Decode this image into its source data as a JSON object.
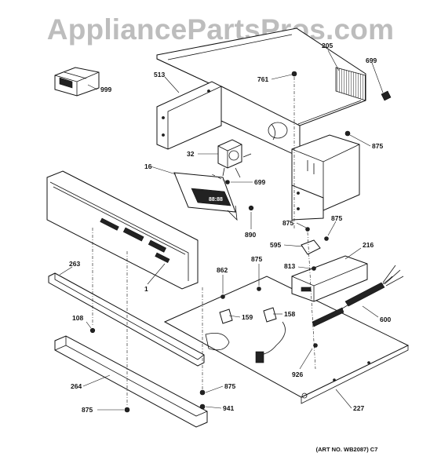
{
  "watermark": "AppliancePartsPros.com",
  "art_number": "(ART NO. WB2087) C7",
  "callouts": {
    "c999": "999",
    "c513": "513",
    "c761": "761",
    "c205": "205",
    "c699a": "699",
    "c875a": "875",
    "c32": "32",
    "c16": "16",
    "c699b": "699",
    "c875b": "875",
    "c875c": "875",
    "c890": "890",
    "c595": "595",
    "c216": "216",
    "c263": "263",
    "c1": "1",
    "c862": "862",
    "c875d": "875",
    "c813": "813",
    "c108": "108",
    "c159": "159",
    "c158": "158",
    "c600": "600",
    "c264": "264",
    "c926": "926",
    "c875e": "875",
    "c941": "941",
    "c875f": "875",
    "c227": "227"
  },
  "display_digits": "88:88"
}
